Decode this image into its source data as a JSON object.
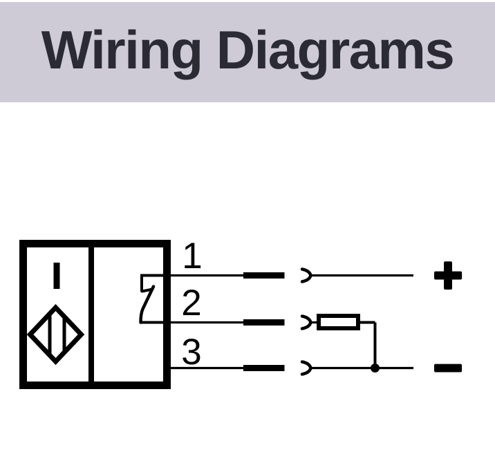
{
  "header": {
    "title": "Wiring Diagrams"
  },
  "colors": {
    "header_bg": "#cecbd6",
    "header_text": "#2b2b33",
    "line": "#000000",
    "background": "#ffffff"
  },
  "diagram": {
    "pin_labels": [
      "1",
      "2",
      "3"
    ],
    "terminals": {
      "positive": "+",
      "negative": "−"
    },
    "icons": [
      "diamond-proximity-sensor-icon",
      "indicator-bar-icon",
      "switch-contact-icon",
      "connector-socket-icon",
      "connector-pin-segment",
      "load-resistor-icon",
      "junction-dot"
    ]
  }
}
